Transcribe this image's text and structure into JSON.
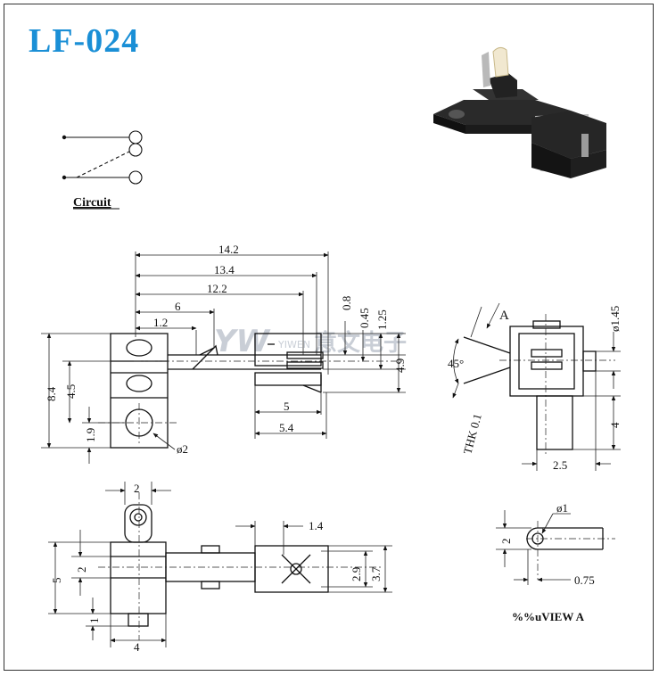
{
  "title": "LF-024",
  "circuit_label": "Circuit",
  "watermark": {
    "logo": "YW",
    "brand_en": "YIWEN",
    "brand_cn": "意文电子"
  },
  "side_view": {
    "top_dims": [
      "14.2",
      "13.4",
      "12.2",
      "6",
      "1.2"
    ],
    "right_dims": [
      "0.8",
      "0.45",
      "1.25",
      "4.9"
    ],
    "left_dims": [
      "8.4",
      "4.5",
      "1.9"
    ],
    "bottom_dims": [
      "5",
      "5.4"
    ],
    "hole_label": "ø2"
  },
  "end_view": {
    "arrow_label": "A",
    "angle_label": "45°",
    "thickness_label": "THK 0.1",
    "pin_label": "ø1.45",
    "height_label": "4",
    "width_label": "2.5"
  },
  "top_view": {
    "top_dim": "2",
    "left_dims": [
      "5",
      "2",
      "1"
    ],
    "bottom_dim": "4",
    "offset_dim": "1.4",
    "right_dims": [
      "2.9",
      "3.7"
    ]
  },
  "detail_view": {
    "hole_label": "ø1",
    "height_label": "2",
    "offset_label": "0.75",
    "caption": "%%uVIEW  A"
  }
}
